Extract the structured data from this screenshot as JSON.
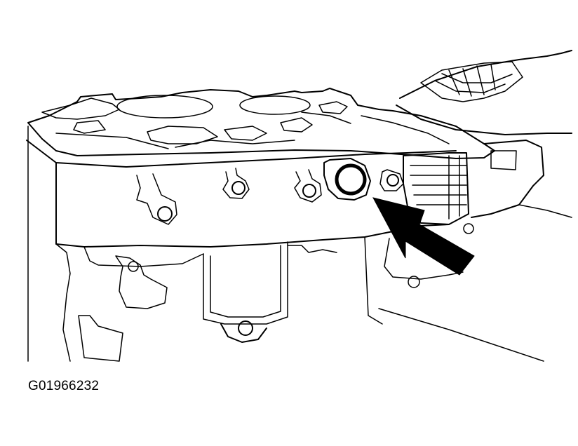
{
  "figure": {
    "caption": "G01966232",
    "line_color": "#000000",
    "background_color": "#ffffff",
    "callout": {
      "marker": "circle",
      "pointer": "arrow"
    }
  }
}
